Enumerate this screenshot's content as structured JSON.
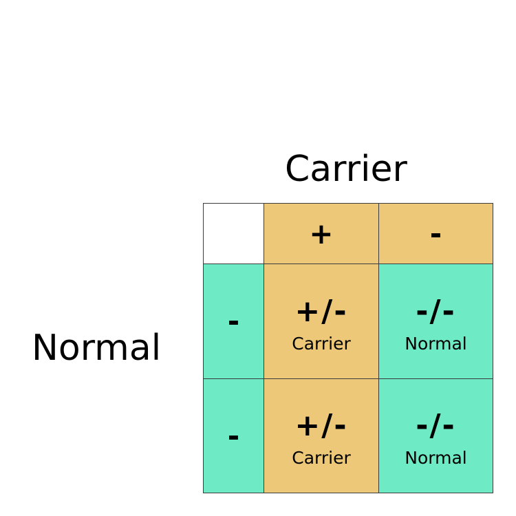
{
  "top_parent_label": "Carrier",
  "left_parent_label": "Normal",
  "colors": {
    "carrier": "#ecc878",
    "normal": "#6eeac5",
    "corner": "#ffffff",
    "border": "#3a3a3a"
  },
  "column_alleles": [
    "+",
    "-"
  ],
  "row_alleles": [
    "-",
    "-"
  ],
  "cells": [
    [
      {
        "genotype": "+/-",
        "phenotype": "Carrier",
        "kind": "carrier"
      },
      {
        "genotype": "-/-",
        "phenotype": "Normal",
        "kind": "normal"
      }
    ],
    [
      {
        "genotype": "+/-",
        "phenotype": "Carrier",
        "kind": "carrier"
      },
      {
        "genotype": "-/-",
        "phenotype": "Normal",
        "kind": "normal"
      }
    ]
  ]
}
